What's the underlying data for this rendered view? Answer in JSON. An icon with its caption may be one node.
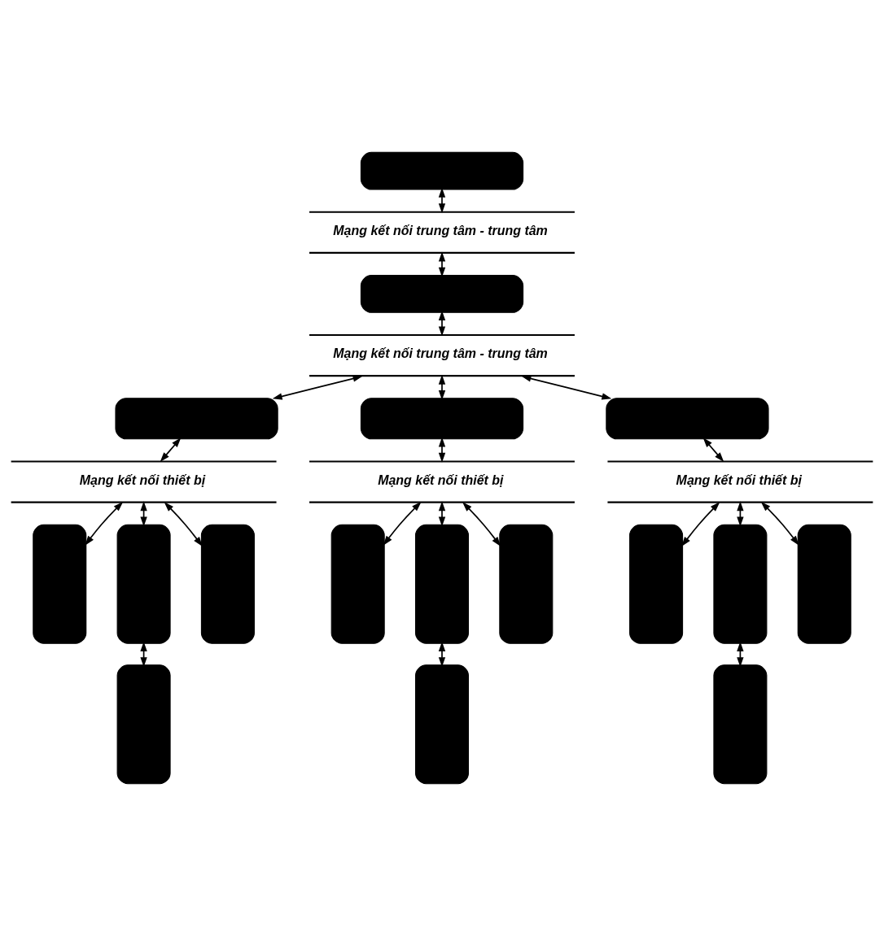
{
  "diagram": {
    "nodes": [
      {
        "text": [],
        "shape": "box"
      },
      {
        "text": [
          "Mạng kết nối trung tâm - trung tâm"
        ]
      },
      {
        "text": [],
        "shape": "box"
      },
      {
        "text": [
          "Mạng kết nối trung tâm - trung tâm"
        ]
      },
      {
        "text": [],
        "shape": "box"
      },
      {
        "text": [],
        "shape": "box"
      },
      {
        "text": [],
        "shape": "box"
      },
      {
        "text": [
          "Mạng kết nối thiết bị"
        ]
      },
      {
        "text": [
          "Mạng kết nối thiết bị"
        ]
      },
      {
        "text": [
          "Mạng kết nối thiết bị"
        ]
      },
      {
        "text": [],
        "shape": "box"
      },
      {
        "text": [],
        "shape": "box"
      },
      {
        "text": [],
        "shape": "box"
      },
      {
        "text": [],
        "shape": "box"
      },
      {
        "text": [],
        "shape": "box"
      },
      {
        "text": [],
        "shape": "box"
      },
      {
        "text": [],
        "shape": "box"
      },
      {
        "text": [],
        "shape": "box"
      },
      {
        "text": [],
        "shape": "box"
      },
      {
        "text": [],
        "shape": "box"
      },
      {
        "text": [],
        "shape": "box"
      },
      {
        "text": [],
        "shape": "box"
      }
    ],
    "edges": [
      {
        "from": 0,
        "to": 1,
        "arrow": "both"
      },
      {
        "from": 1,
        "to": 2,
        "arrow": "both"
      },
      {
        "from": 2,
        "to": 3,
        "arrow": "both"
      },
      {
        "from": 3,
        "to": 4,
        "arrow": "both"
      },
      {
        "from": 3,
        "to": 5,
        "arrow": "both"
      },
      {
        "from": 3,
        "to": 6,
        "arrow": "both"
      },
      {
        "from": 4,
        "to": 7,
        "arrow": "both"
      },
      {
        "from": 5,
        "to": 8,
        "arrow": "both"
      },
      {
        "from": 6,
        "to": 9,
        "arrow": "both"
      },
      {
        "from": 7,
        "to": 10,
        "arrow": "both"
      },
      {
        "from": 7,
        "to": 11,
        "arrow": "both"
      },
      {
        "from": 7,
        "to": 12,
        "arrow": "both"
      },
      {
        "from": 8,
        "to": 13,
        "arrow": "both"
      },
      {
        "from": 8,
        "to": 14,
        "arrow": "both"
      },
      {
        "from": 8,
        "to": 15,
        "arrow": "both"
      },
      {
        "from": 9,
        "to": 16,
        "arrow": "both"
      },
      {
        "from": 9,
        "to": 17,
        "arrow": "both"
      },
      {
        "from": 9,
        "to": 18,
        "arrow": "both"
      },
      {
        "from": 11,
        "to": 19,
        "arrow": "both"
      },
      {
        "from": 14,
        "to": 20,
        "arrow": "both"
      },
      {
        "from": 17,
        "to": 21,
        "arrow": "both"
      }
    ]
  }
}
